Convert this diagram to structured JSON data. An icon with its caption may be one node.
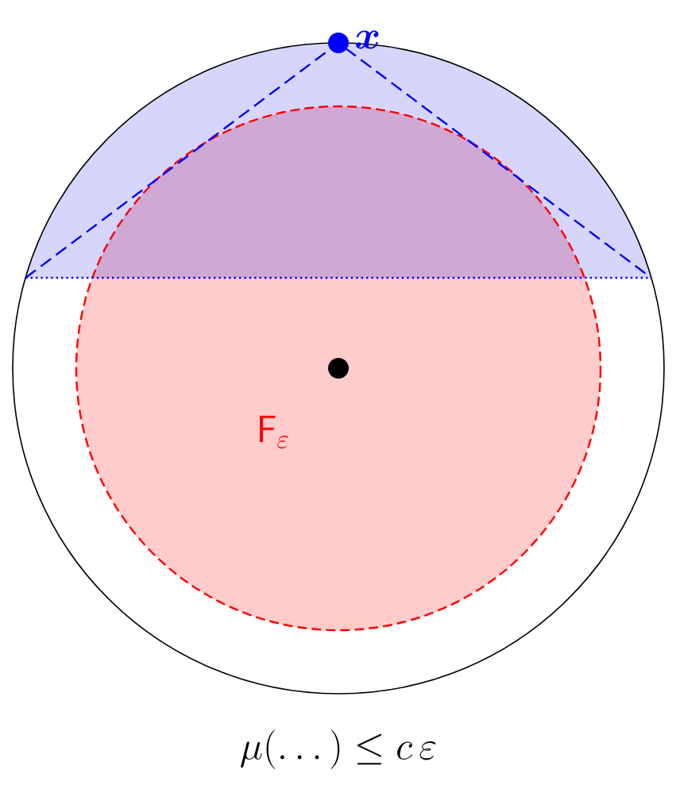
{
  "diagram": {
    "caption": "\\mu(\\dots) \\leq c\\,\\varepsilon",
    "labels": [
      "\\boldsymbol{x}",
      "\\mathsf{F}_{\\varepsilon}"
    ]
  }
}
